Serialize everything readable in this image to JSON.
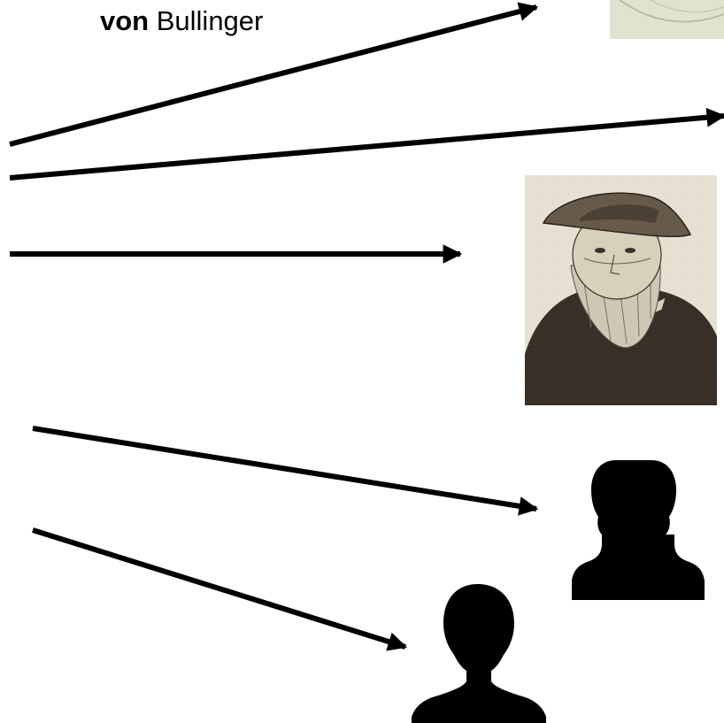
{
  "title": {
    "bold": "von",
    "rest": " Bullinger"
  },
  "colors": {
    "arrow": "#000000",
    "silhouette": "#000000",
    "engraving_paper": "#e7e1d3",
    "engraving_ink": "#3a3128",
    "top_image": "#dfe3cf"
  },
  "icons": {
    "silhouette": "person-silhouette-icon",
    "portrait": "engraved-portrait-image",
    "top_image": "cropped-image"
  }
}
